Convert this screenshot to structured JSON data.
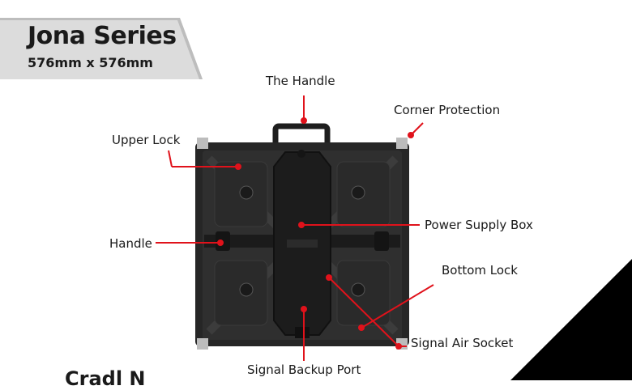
{
  "header": {
    "title": "Jona Series",
    "size": "576mm x 576mm"
  },
  "callouts": {
    "the_handle": "The Handle",
    "corner_protection": "Corner Protection",
    "upper_lock": "Upper Lock",
    "power_supply_box": "Power Supply Box",
    "handle": "Handle",
    "bottom_lock": "Bottom Lock",
    "signal_air_socket": "Signal Air Socket",
    "signal_backup_port": "Signal Backup Port"
  },
  "footer_partial_text": "Cradl N",
  "colors": {
    "accent": "#e0121b",
    "panel": "#232323",
    "banner": "#d9d9d9"
  }
}
